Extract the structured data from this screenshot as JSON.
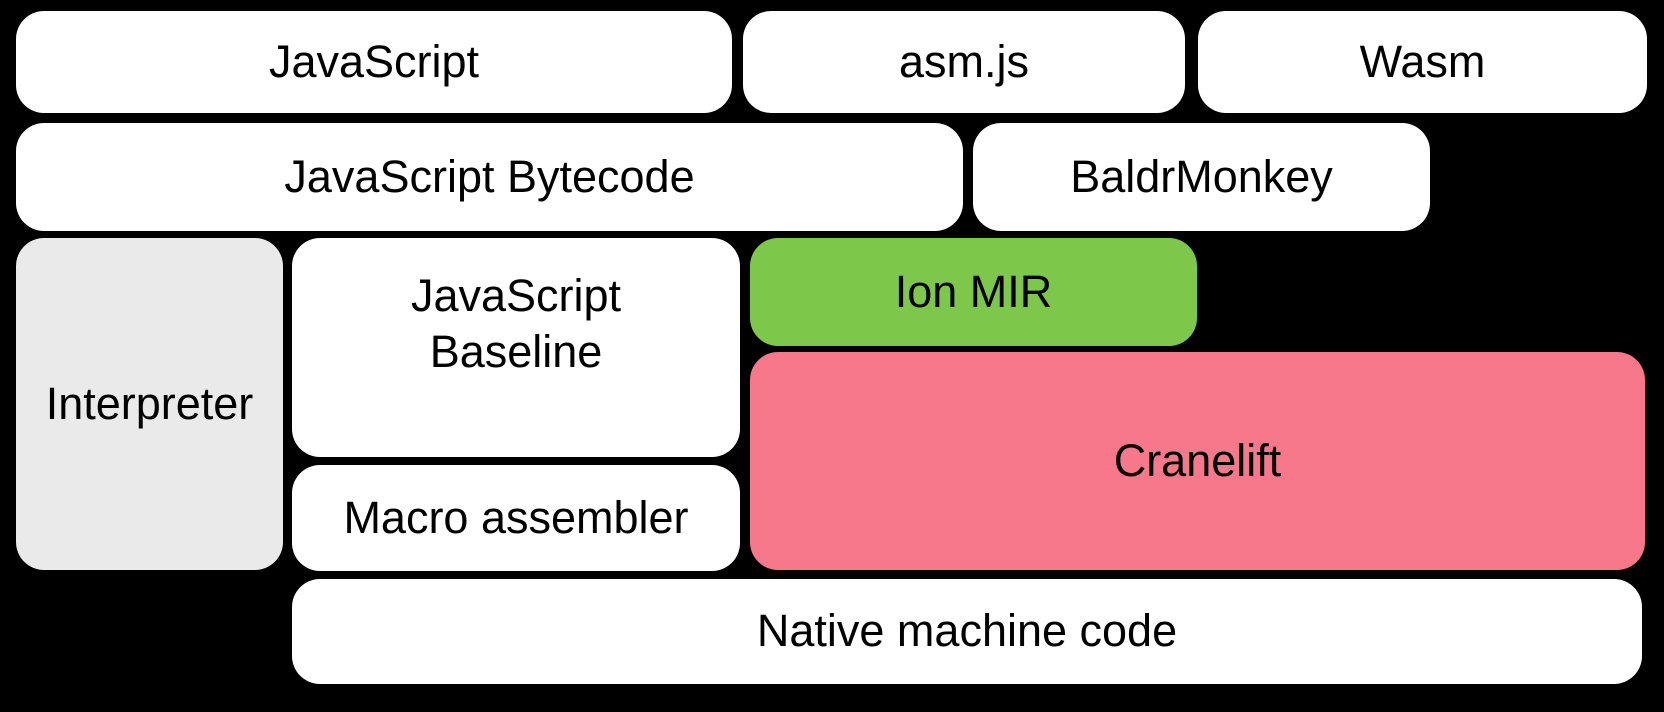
{
  "diagram": {
    "boxes": {
      "javascript": {
        "label": "JavaScript"
      },
      "asmjs": {
        "label": "asm.js"
      },
      "wasm": {
        "label": "Wasm"
      },
      "bytecode": {
        "label": "JavaScript Bytecode"
      },
      "baldrmonkey": {
        "label": "BaldrMonkey"
      },
      "interpreter": {
        "label": "Interpreter"
      },
      "baseline": {
        "label": "JavaScript\nBaseline"
      },
      "ionmir": {
        "label": "Ion MIR"
      },
      "cranelift": {
        "label": "Cranelift"
      },
      "macroassembler": {
        "label": "Macro assembler"
      },
      "native": {
        "label": "Native machine code"
      }
    },
    "colors": {
      "background": "#000000",
      "box_white": "#ffffff",
      "interpreter_gray": "#eaeaea",
      "ion_green": "#7dc74a",
      "cranelift_pink": "#f7788a",
      "text": "#000000"
    }
  }
}
